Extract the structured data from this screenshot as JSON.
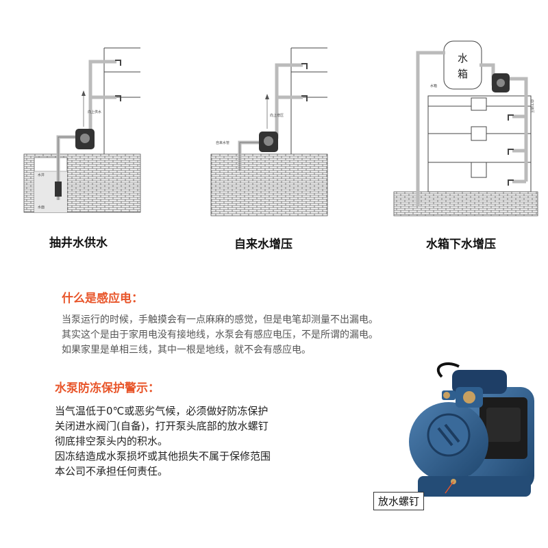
{
  "diagrams": [
    {
      "caption": "抽井水供水",
      "vertical_label": "向上供水",
      "small_labels": [
        "水井",
        "水面"
      ]
    },
    {
      "caption": "自来水增压",
      "vertical_label": "向上增压",
      "small_labels": [
        "自来水管"
      ]
    },
    {
      "caption": "水箱下水增压",
      "tank_label": "水箱",
      "small_labels": [
        "水箱",
        "向下增压"
      ]
    }
  ],
  "section_induction": {
    "title": "什么是感应电：",
    "lines": [
      "当泵运行的时候，手触摸会有一点麻麻的感觉，但是电笔却测量不出漏电。",
      "其实这个是由于家用电没有接地线，水泵会有感应电压，不是所谓的漏电。",
      "如果家里是单相三线，其中一根是地线，就不会有感应电。"
    ]
  },
  "section_antifreeze": {
    "title": "水泵防冻保护警示：",
    "lines": [
      "当气温低于0℃或恶劣气候，必须做好防冻保护",
      "关闭进水阀门(自备)，打开泵头底部的放水螺钉",
      "彻底排空泵头内的积水。",
      "因冻结造成水泵损坏或其他损失不属于保修范围",
      "本公司不承担任何责任。"
    ]
  },
  "pump_photo": {
    "label": "放水螺钉"
  },
  "colors": {
    "accent": "#e8552a",
    "pump_blue": "#2f5f8f",
    "brick": "#444444"
  }
}
